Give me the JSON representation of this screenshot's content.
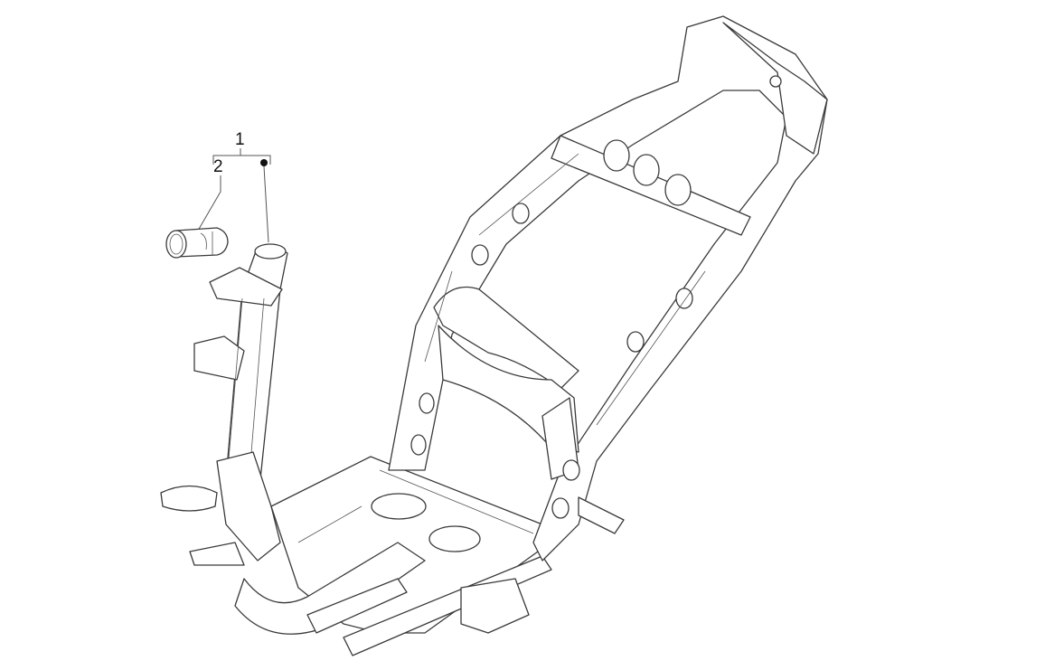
{
  "diagram": {
    "callouts": [
      {
        "id": "callout-1",
        "label": "1"
      },
      {
        "id": "callout-2",
        "label": "2"
      }
    ],
    "parts": [
      "frame",
      "steering-bearing-sleeve"
    ],
    "line_color": "#3a3a3a"
  }
}
